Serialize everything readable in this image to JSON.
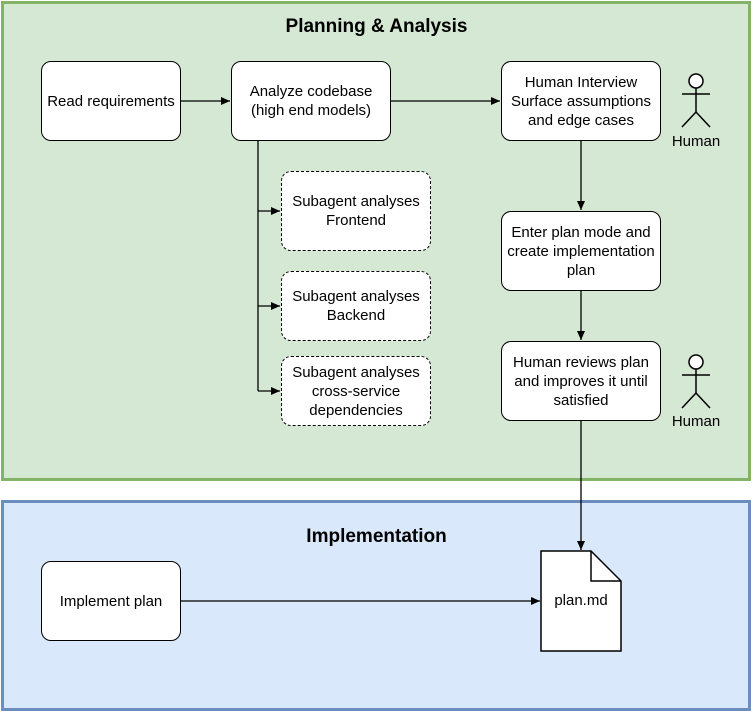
{
  "regions": {
    "planning": {
      "title": "Planning & Analysis"
    },
    "implementation": {
      "title": "Implementation"
    }
  },
  "nodes": {
    "read_requirements": "Read requirements",
    "analyze_codebase": "Analyze codebase\n(high end models)",
    "human_interview": "Human Interview\nSurface assumptions\nand edge cases",
    "subagent_frontend": "Subagent analyses\nFrontend",
    "subagent_backend": "Subagent analyses\nBackend",
    "subagent_cross": "Subagent analyses\ncross-service\ndependencies",
    "plan_mode": "Enter plan mode and\ncreate implementation\nplan",
    "human_review": "Human reviews plan\nand improves it until\nsatisfied",
    "implement_plan": "Implement plan",
    "plan_md": "plan.md"
  },
  "actors": [
    {
      "label": "Human"
    },
    {
      "label": "Human"
    }
  ],
  "colors": {
    "planning_fill": "#d5e8d4",
    "planning_border": "#82b366",
    "impl_fill": "#dae8fc",
    "impl_border": "#6c8ebf"
  }
}
